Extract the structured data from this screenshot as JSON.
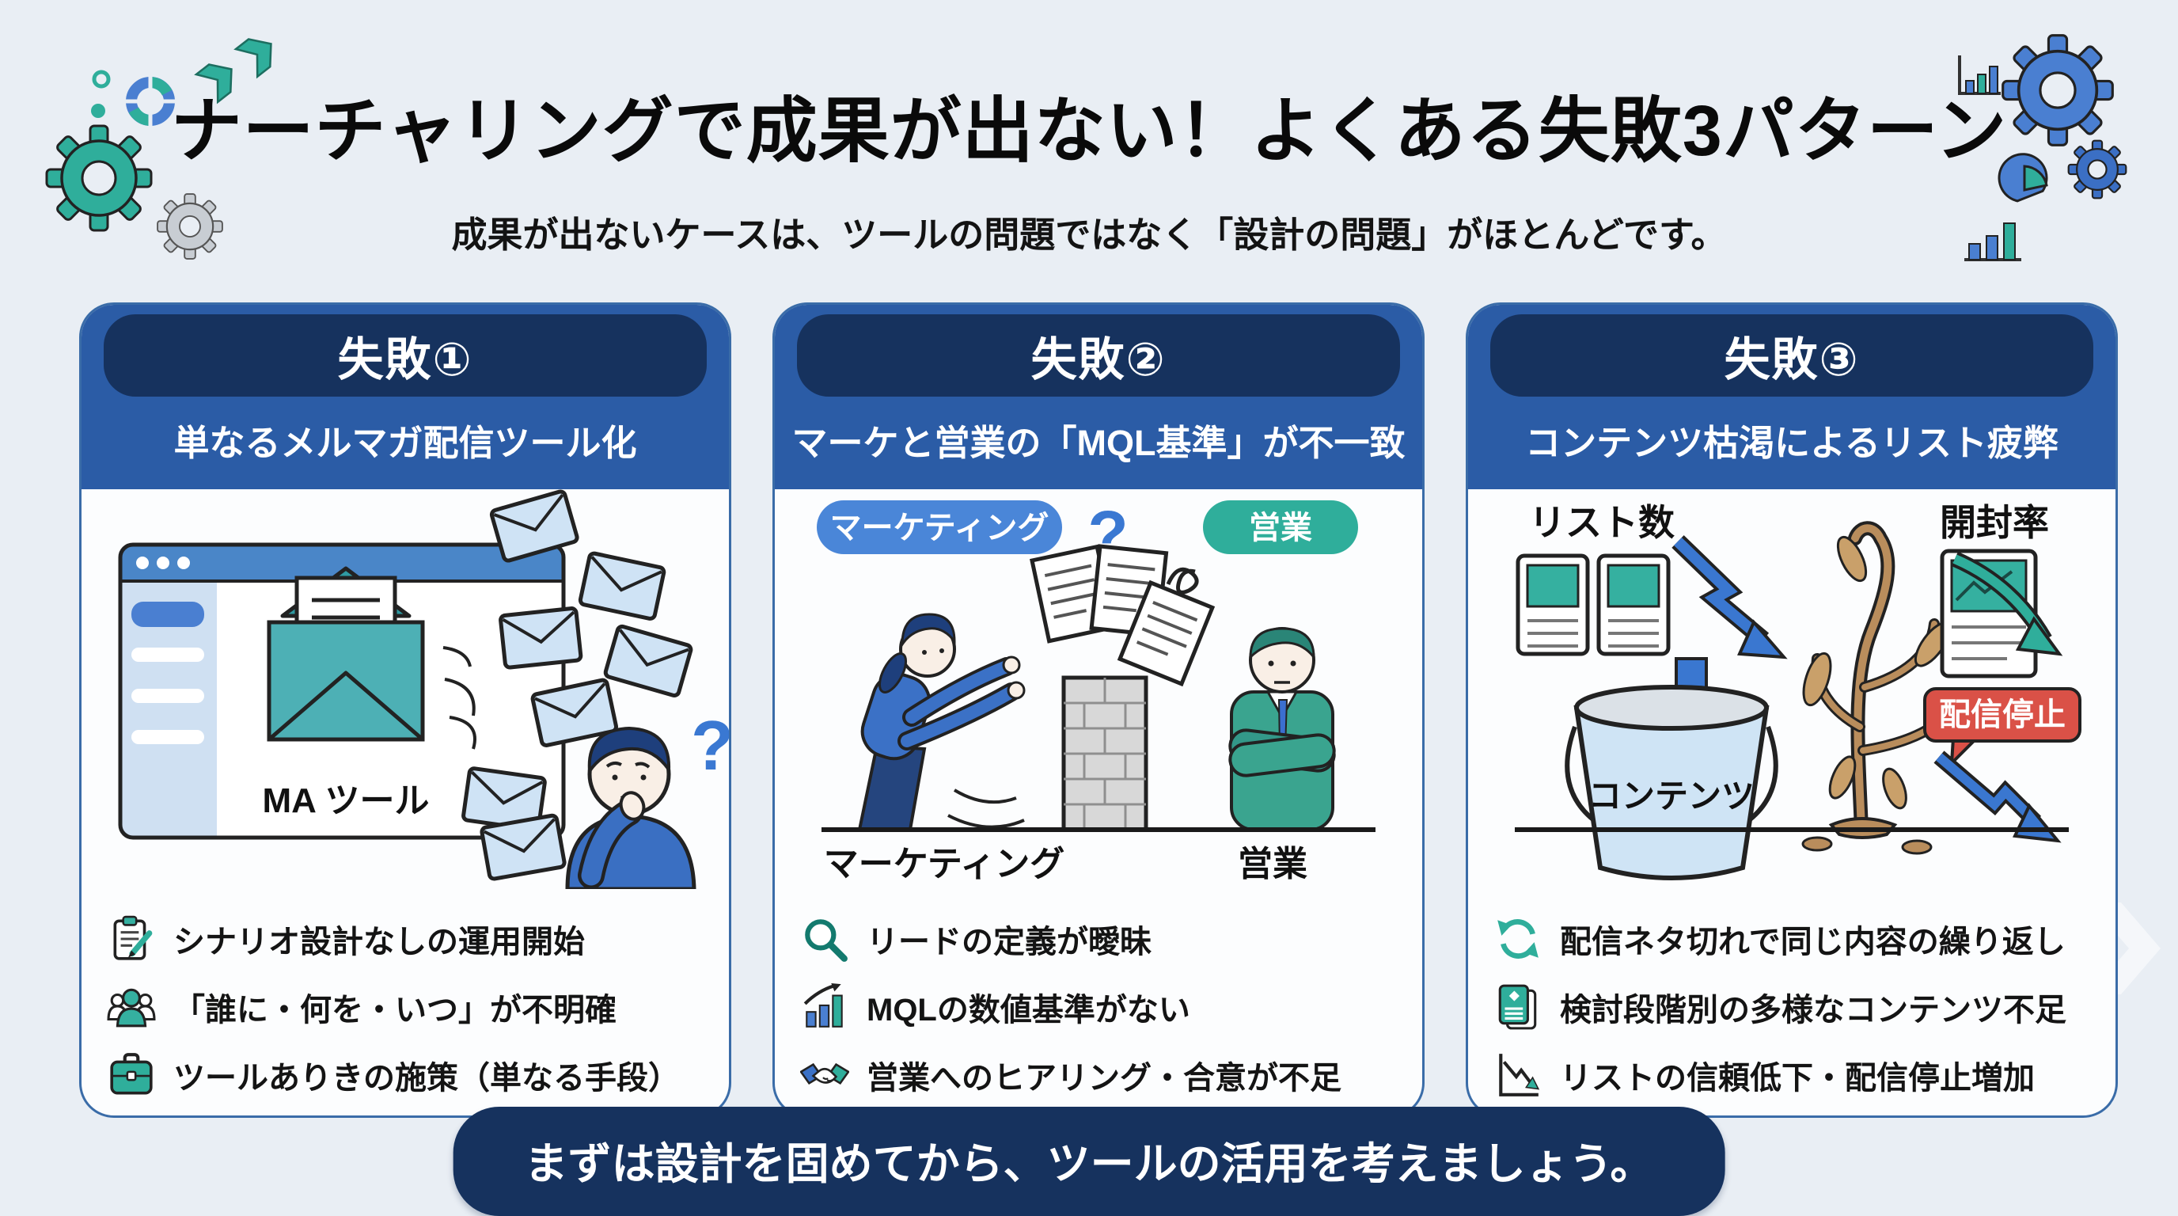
{
  "header": {
    "title": "ナーチャリングで成果が出ない！よくある失敗3パターン",
    "subtitle": "成果が出ないケースは、ツールの問題ではなく「設計の問題」がほとんどです。"
  },
  "cards": [
    {
      "badge": "失敗①",
      "heading": "単なるメルマガ配信ツール化",
      "illustration": {
        "ma_tool_label": "MA ツール",
        "question_mark": "?"
      },
      "bullets": [
        {
          "icon": "clipboard-pen-icon",
          "text": "シナリオ設計なしの運用開始"
        },
        {
          "icon": "team-icon",
          "text": "「誰に・何を・いつ」が不明確"
        },
        {
          "icon": "briefcase-icon",
          "text": "ツールありきの施策（単なる手段）"
        }
      ]
    },
    {
      "badge": "失敗②",
      "heading": "マーケと営業の「MQL基準」が不一致",
      "illustration": {
        "marketing_pill": "マーケティング",
        "sales_pill": "営業",
        "question_mark": "?",
        "marketing_ground_label": "マーケティング",
        "sales_ground_label": "営業"
      },
      "bullets": [
        {
          "icon": "magnifier-icon",
          "text": "リードの定義が曖昧"
        },
        {
          "icon": "bar-chart-up-icon",
          "text": "MQLの数値基準がない"
        },
        {
          "icon": "handshake-icon",
          "text": "営業へのヒアリング・合意が不足"
        }
      ]
    },
    {
      "badge": "失敗③",
      "heading": "コンテンツ枯渇によるリスト疲弊",
      "illustration": {
        "list_count_label": "リスト数",
        "open_rate_label": "開封率",
        "contents_label": "コンテンツ",
        "unsubscribe_label": "配信停止"
      },
      "bullets": [
        {
          "icon": "refresh-icon",
          "text": "配信ネタ切れで同じ内容の繰り返し"
        },
        {
          "icon": "documents-stack-icon",
          "text": "検討段階別の多様なコンテンツ不足"
        },
        {
          "icon": "declining-chart-icon",
          "text": "リストの信頼低下・配信停止増加"
        }
      ]
    }
  ],
  "footer": {
    "banner": "まずは設計を固めてから、ツールの活用を考えましょう。"
  },
  "colors": {
    "navy": "#16325e",
    "band_blue": "#2b5ca6",
    "accent_blue": "#4a7fd1",
    "teal": "#2fae9b",
    "alert_red": "#da5147",
    "page_bg": "#e9eef4"
  }
}
